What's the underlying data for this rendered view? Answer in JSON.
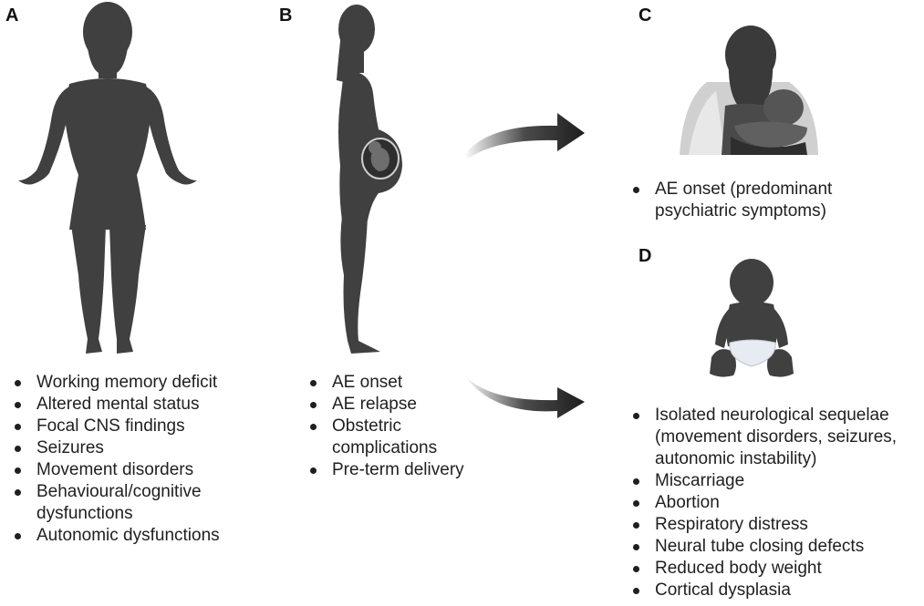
{
  "panels": {
    "a": {
      "label": "A",
      "items": [
        "Working memory deficit",
        "Altered mental status",
        "Focal CNS findings",
        "Seizures",
        "Movement disorders",
        "Behavioural/cognitive dysfunctions",
        "Autonomic dysfunctions"
      ]
    },
    "b": {
      "label": "B",
      "items": [
        "AE onset",
        "AE relapse",
        "Obstetric complications",
        "Pre-term delivery"
      ]
    },
    "c": {
      "label": "C",
      "items": [
        "AE onset (predominant psychiatric symptoms)"
      ]
    },
    "d": {
      "label": "D",
      "items": [
        "Isolated neurological sequelae (movement disorders, seizures, autonomic instability)",
        "Miscarriage",
        "Abortion",
        "Respiratory distress",
        "Neural tube closing defects",
        "Reduced body weight",
        "Cortical dysplasia"
      ]
    }
  },
  "illustrations": {
    "a": "standing-woman-silhouette",
    "b": "pregnant-woman-side-silhouette",
    "c": "breastfeeding-mother-illustration",
    "d": "sitting-baby-illustration"
  },
  "colors": {
    "silhouette": "#404040",
    "arrow": "#1e1e1e",
    "text": "#1f1f1f"
  }
}
